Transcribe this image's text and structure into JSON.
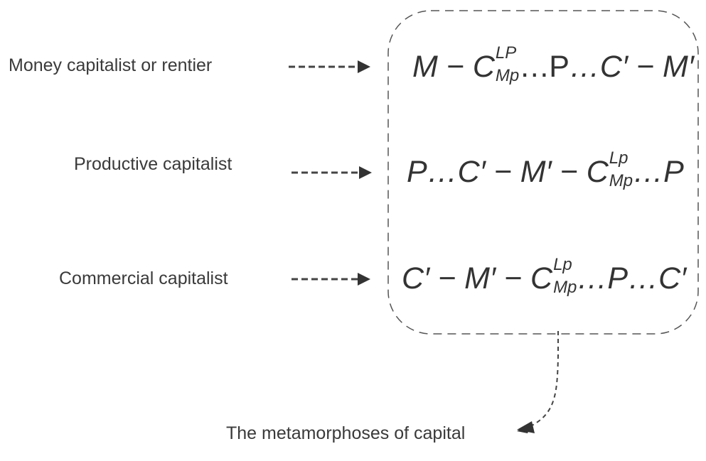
{
  "diagram": {
    "roles": [
      {
        "label": "Money capitalist or rentier",
        "formula": {
          "pre": "M − C",
          "sup": "LP",
          "sub": "Mp",
          "mid_dots": "…",
          "mid_upright": "P",
          "post": "…C′ − M′"
        }
      },
      {
        "label": "Productive capitalist",
        "formula": {
          "pre": "P…C′ − M′ − C",
          "sup": "Lp",
          "sub": "Mp",
          "post": "…P"
        }
      },
      {
        "label": "Commercial capitalist",
        "formula": {
          "pre": "C′ − M′ − C",
          "sup": "Lp",
          "sub": "Mp",
          "post": "…P…C′"
        }
      }
    ],
    "footer_label": "The metamorphoses of capital",
    "colors": {
      "text": "#333333",
      "line": "#555555"
    }
  }
}
